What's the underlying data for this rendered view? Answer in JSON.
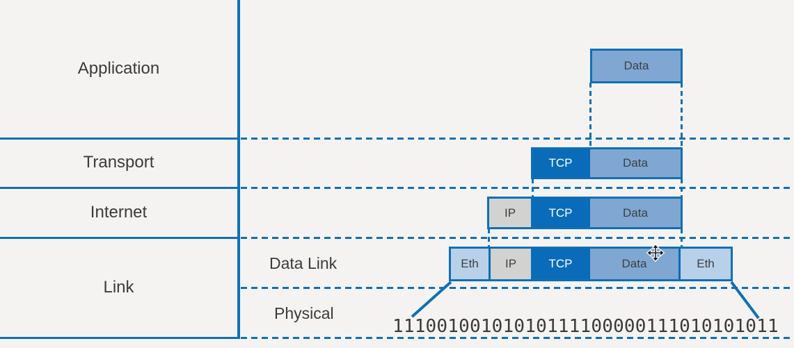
{
  "stack": {
    "layers": [
      {
        "id": "application",
        "label": "Application"
      },
      {
        "id": "transport",
        "label": "Transport"
      },
      {
        "id": "internet",
        "label": "Internet"
      },
      {
        "id": "link",
        "label": "Link"
      }
    ],
    "link_sublayers": [
      {
        "id": "data-link",
        "label": "Data Link"
      },
      {
        "id": "physical",
        "label": "Physical"
      }
    ]
  },
  "encapsulation": {
    "application": {
      "segments": [
        {
          "type": "data",
          "label": "Data"
        }
      ]
    },
    "transport": {
      "segments": [
        {
          "type": "tcp",
          "label": "TCP"
        },
        {
          "type": "data",
          "label": "Data"
        }
      ]
    },
    "internet": {
      "segments": [
        {
          "type": "ip",
          "label": "IP"
        },
        {
          "type": "tcp",
          "label": "TCP"
        },
        {
          "type": "data",
          "label": "Data"
        }
      ]
    },
    "data_link": {
      "segments": [
        {
          "type": "eth",
          "label": "Eth"
        },
        {
          "type": "ip",
          "label": "IP"
        },
        {
          "type": "tcp",
          "label": "TCP"
        },
        {
          "type": "data",
          "label": "Data"
        },
        {
          "type": "eth",
          "label": "Eth"
        }
      ]
    }
  },
  "physical": {
    "bitstream": "11100100101010111100000111010101011"
  },
  "pointer": {
    "icon": "move-cursor"
  },
  "colors": {
    "line_blue": "#0f6fb6",
    "tcp_fill": "#0a6cb8",
    "data_fill": "#7fa7d1",
    "eth_fill": "#b9d0e9",
    "ip_fill": "#d2d2d0",
    "background": "#f4f3f1",
    "text_dark": "#3c4043",
    "text_light": "#ffffff"
  }
}
